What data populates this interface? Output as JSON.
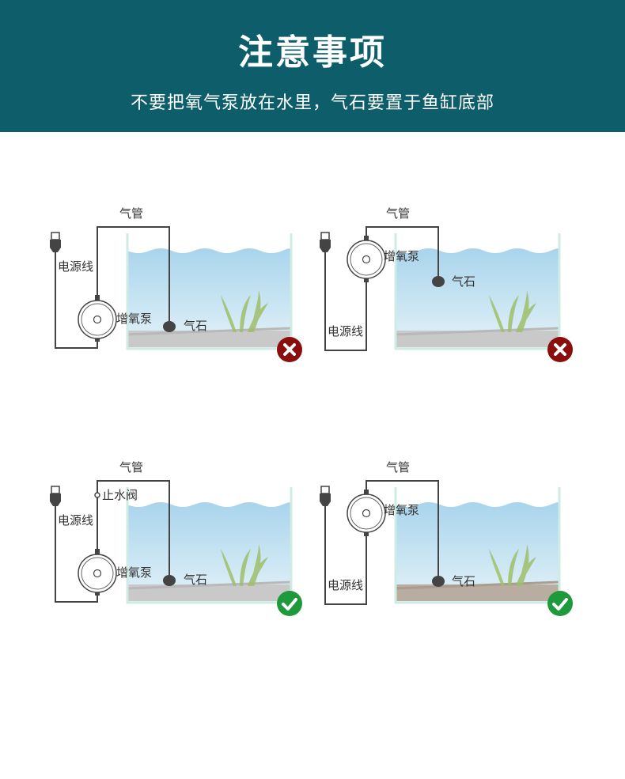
{
  "header": {
    "title": "注意事项",
    "subtitle": "不要把氧气泵放在水里，气石要置于鱼缸底部"
  },
  "labels": {
    "air_tube": "气管",
    "power_cord": "电源线",
    "air_pump": "增氧泵",
    "air_stone": "气石",
    "check_valve": "止水阀"
  },
  "panels": [
    {
      "id": "pump-below-no-valve",
      "verdict": "wrong"
    },
    {
      "id": "pump-above-stone-floating",
      "verdict": "wrong"
    },
    {
      "id": "pump-below-with-valve",
      "verdict": "correct"
    },
    {
      "id": "pump-above-stone-bottom",
      "verdict": "correct"
    }
  ],
  "colors": {
    "header_bg": "#0d5d6b",
    "wrong": "#8b0e0e",
    "correct": "#1e9a3c",
    "water": "#b7dcee",
    "tank_wall": "#cfece4"
  }
}
